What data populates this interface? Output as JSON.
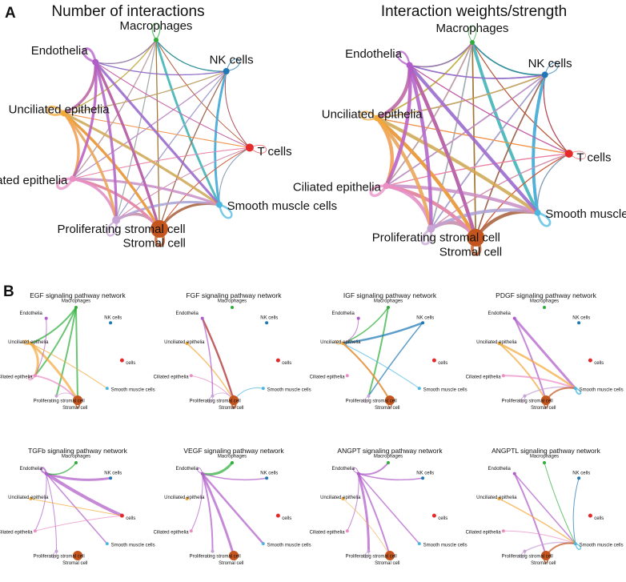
{
  "figure": {
    "panel_a_letter": "A",
    "panel_b_letter": "B"
  },
  "node_colors": {
    "Macrophages": "#2fae3a",
    "NK cells": "#1f77b4",
    "T cells": "#e52a2a",
    "Smooth muscle cells": "#4cb8e0",
    "Stromal cell": "#c4551e",
    "Proliferating stromal cell": "#c7a4d6",
    "Ciliated epithelia": "#ea8ec4",
    "Unciliated epithelia": "#f2a93b",
    "Endothelia": "#b05cc9"
  },
  "large_networks": [
    {
      "title": "Number of interactions",
      "labels": [
        "Macrophages",
        "NK cells",
        "T cells",
        "Smooth muscle cells",
        "Stromal cell",
        "Proliferating stromal cell",
        "Ciliated epithelia",
        "Unciliated epithelia",
        "Endothelia"
      ]
    },
    {
      "title": "Interaction weights/strength",
      "labels": [
        "Macrophages",
        "NK cells",
        "T cells",
        "Smooth muscle cells",
        "Stromal cell",
        "Proliferating stromal cell",
        "Ciliated epithelia",
        "Unciliated epithelia",
        "Endothelia"
      ]
    }
  ],
  "pathway_networks": [
    {
      "title": "EGF signaling pathway network",
      "labels": [
        "Macrophages",
        "NK cells",
        "cells",
        "Smooth muscle cells",
        "Stromal cell",
        "Proliferating stromal cell",
        "Ciliated epithelia",
        "Unciliated epithelia",
        "Endothelia"
      ]
    },
    {
      "title": "FGF signaling pathway network",
      "labels": [
        "Macrophages",
        "NK cells",
        "cells",
        "Smooth muscle cells",
        "Stromal cell",
        "Proliferating stromal cell",
        "Ciliated epithelia",
        "Unciliated epithelia",
        "Endothelia"
      ]
    },
    {
      "title": "IGF signaling pathway network",
      "labels": [
        "Macrophages",
        "NK cells",
        "cells",
        "Smooth muscle cells",
        "Stromal cell",
        "Proliferating stromal cell",
        "Ciliated epithelia",
        "Unciliated epithelia",
        "Endothelia"
      ]
    },
    {
      "title": "PDGF signaling pathway network",
      "labels": [
        "Macrophages",
        "NK cells",
        "cells",
        "Smooth muscle cells",
        "Stromal cell",
        "Proliferating stromal cell",
        "Ciliated epithelia",
        "Unciliated epithelia",
        "Endothelia"
      ]
    },
    {
      "title": "TGFb signaling pathway network",
      "labels": [
        "Macrophages",
        "NK cells",
        "cells",
        "Smooth muscle cells",
        "Stromal cell",
        "Proliferating stromal cell",
        "Ciliated epithelia",
        "Unciliated epithelia",
        "Endothelia"
      ]
    },
    {
      "title": "VEGF signaling pathway network",
      "labels": [
        "Macrophages",
        "NK cells",
        "cells",
        "Smooth muscle cells",
        "Stromal cell",
        "Proliferating stromal cell",
        "Ciliated epithelia",
        "Unciliated epithelia",
        "Endothelia"
      ]
    },
    {
      "title": "ANGPT signaling pathway network",
      "labels": [
        "Macrophages",
        "NK cells",
        "cells",
        "Smooth muscle cells",
        "Stromal cell",
        "Proliferating stromal cell",
        "Ciliated epithelia",
        "Unciliated epithelia",
        "Endothelia"
      ]
    },
    {
      "title": "ANGPTL signaling pathway network",
      "labels": [
        "Macrophages",
        "NK cells",
        "cells",
        "Smooth muscle cells",
        "Stromal cell",
        "Proliferating stromal cell",
        "Ciliated epithelia",
        "Unciliated epithelia",
        "Endothelia"
      ]
    }
  ]
}
